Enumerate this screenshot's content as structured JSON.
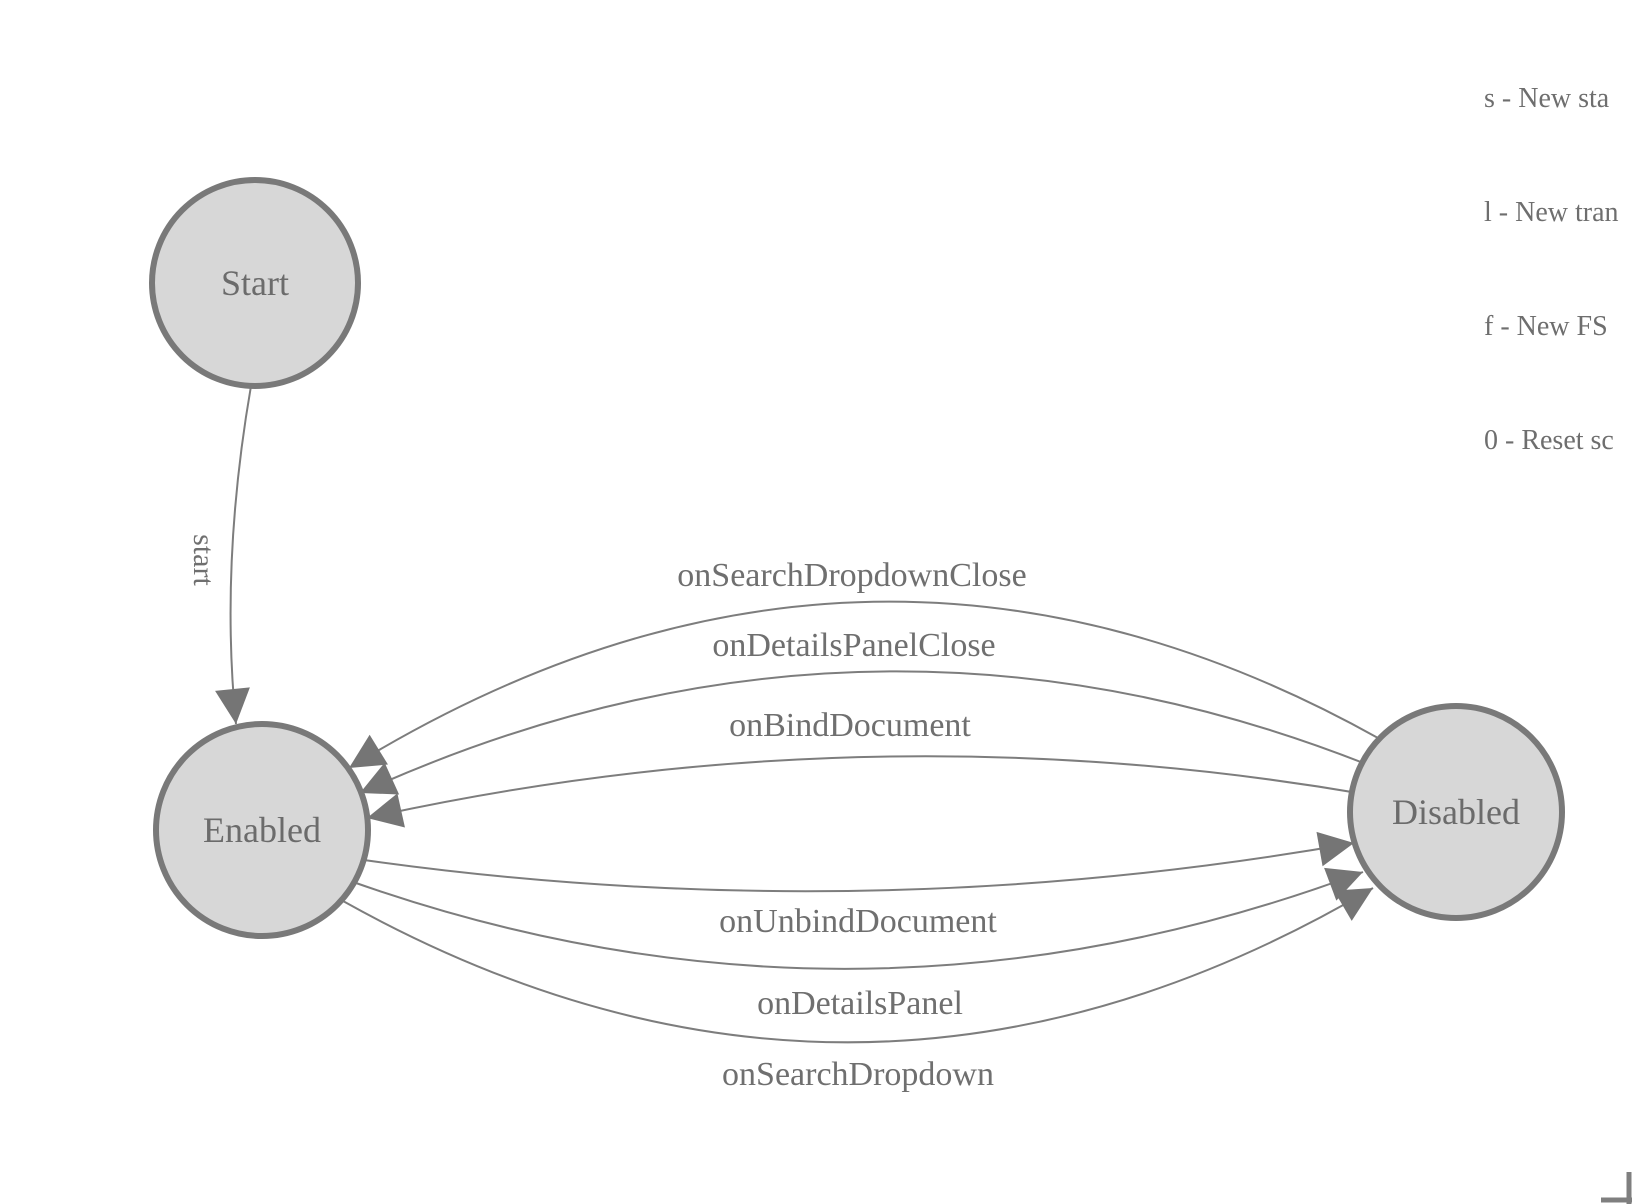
{
  "legend": {
    "lines": [
      "s - New sta",
      "l - New tran",
      "f - New FS",
      "0 - Reset sc"
    ]
  },
  "nodes": [
    {
      "id": "start",
      "label": "Start"
    },
    {
      "id": "enabled",
      "label": "Enabled"
    },
    {
      "id": "disabled",
      "label": "Disabled"
    }
  ],
  "edges": [
    {
      "from": "Start",
      "to": "Enabled",
      "label": "start"
    },
    {
      "from": "Disabled",
      "to": "Enabled",
      "label": "onSearchDropdownClose"
    },
    {
      "from": "Disabled",
      "to": "Enabled",
      "label": "onDetailsPanelClose"
    },
    {
      "from": "Disabled",
      "to": "Enabled",
      "label": "onBindDocument"
    },
    {
      "from": "Enabled",
      "to": "Disabled",
      "label": "onUnbindDocument"
    },
    {
      "from": "Enabled",
      "to": "Disabled",
      "label": "onDetailsPanel"
    },
    {
      "from": "Enabled",
      "to": "Disabled",
      "label": "onSearchDropdown"
    }
  ],
  "colors": {
    "node_fill": "#d7d7d7",
    "node_border": "#797979",
    "edge_line": "#7d7d7d",
    "arrowhead": "#757575",
    "label_text": "#6e6e6e"
  }
}
